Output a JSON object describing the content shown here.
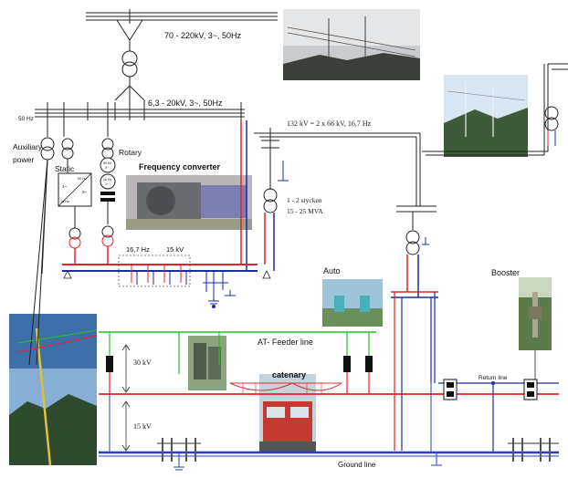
{
  "labels": {
    "hv_grid": "70 - 220kV, 3~, 50Hz",
    "mv_grid": "6,3 - 20kV, 3~, 50Hz",
    "freq_50hz": "50 Hz",
    "auxiliary_1": "Auxiliary",
    "auxiliary_2": "power",
    "static": "Static",
    "rotary": "Rotary",
    "frequency_converter": "Frequency converter",
    "line_132kv": "132 kV = 2 x 66 kV, 16,7 Hz",
    "transformer_count": "1 - 2 stycken",
    "transformer_rating": "15 - 25 MVA",
    "bus_16_7hz": "16,7 Hz",
    "bus_15kv": "15 kV",
    "auto": "Auto",
    "booster": "Booster",
    "at_feeder_line": "AT- Feeder line",
    "catenary": "catenary",
    "v30kv": "30 kV",
    "v15kv": "15 kV",
    "return_line": "Return line",
    "ground_line": "Ground line",
    "static_box_a": "1~",
    "static_box_b": "3~",
    "static_box_c": "50 Hz",
    "static_box_d": "16 Hz",
    "rotary_top_a": "50 Hz",
    "rotary_top_b": "3~",
    "rotary_bot_a": "16 Hz",
    "rotary_bot_b": "1~"
  },
  "colors": {
    "hv_line": "#222222",
    "feeder_red": "#e8202a",
    "return_blue": "#1b2aa8",
    "at_feeder_green": "#2bbf2b",
    "ground_blue": "#2d3bd0",
    "catenary_red": "#e03030"
  }
}
